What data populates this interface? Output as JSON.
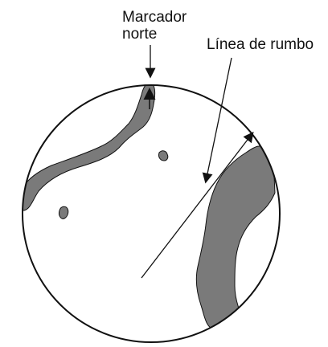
{
  "labels": {
    "north_marker_line1": "Marcador",
    "north_marker_line2": "norte",
    "heading_line": "Línea de rumbo"
  },
  "colors": {
    "land": "#7a7a7a",
    "outline": "#111111",
    "background": "#ffffff"
  }
}
